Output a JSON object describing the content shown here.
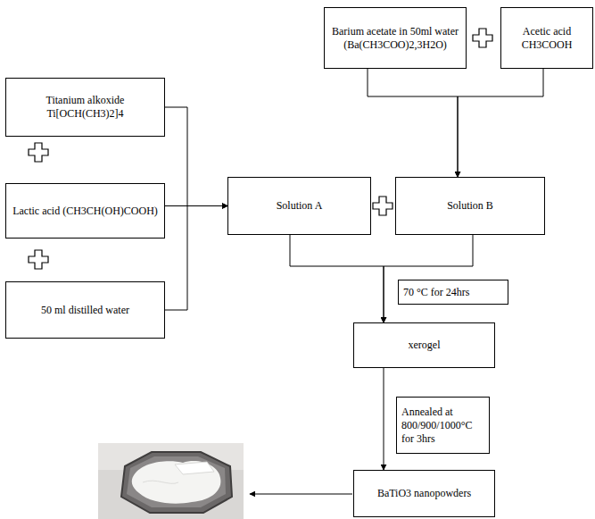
{
  "diagram": {
    "nodes": [
      {
        "text": [
          "Barium acetate in 50ml water (Ba(CH3COO)2,3H2O)"
        ]
      },
      {
        "text": [
          "Acetic acid CH3COOH"
        ]
      },
      {
        "text": [
          "Titanium alkoxide Ti[OCH(CH3)2]4"
        ]
      },
      {
        "text": [
          "Solution A"
        ]
      },
      {
        "text": [
          "Solution B"
        ]
      },
      {
        "text": [
          "Lactic acid (CH3CH(OH)COOH)"
        ]
      },
      {
        "text": [
          "50 ml  distilled water"
        ]
      },
      {
        "text": [
          "70 °C for 24hrs"
        ]
      },
      {
        "text": [
          "xerogel"
        ]
      },
      {
        "text": [
          "Annealed at 800/900/1000°C for 3hrs"
        ]
      },
      {
        "text": [
          "BaTiO3 nanopowders"
        ]
      }
    ],
    "edges": [
      {
        "from": 0,
        "to": 4,
        "arrow": "to"
      },
      {
        "from": 1,
        "to": 4,
        "arrow": "to"
      },
      {
        "from": 2,
        "to": 3,
        "arrow": "to"
      },
      {
        "from": 5,
        "to": 3,
        "arrow": "to"
      },
      {
        "from": 6,
        "to": 3,
        "arrow": "to"
      },
      {
        "from": 3,
        "to": 8,
        "arrow": "to"
      },
      {
        "from": 4,
        "to": 8,
        "arrow": "to"
      },
      {
        "from": 8,
        "to": 10,
        "arrow": "to"
      }
    ]
  }
}
